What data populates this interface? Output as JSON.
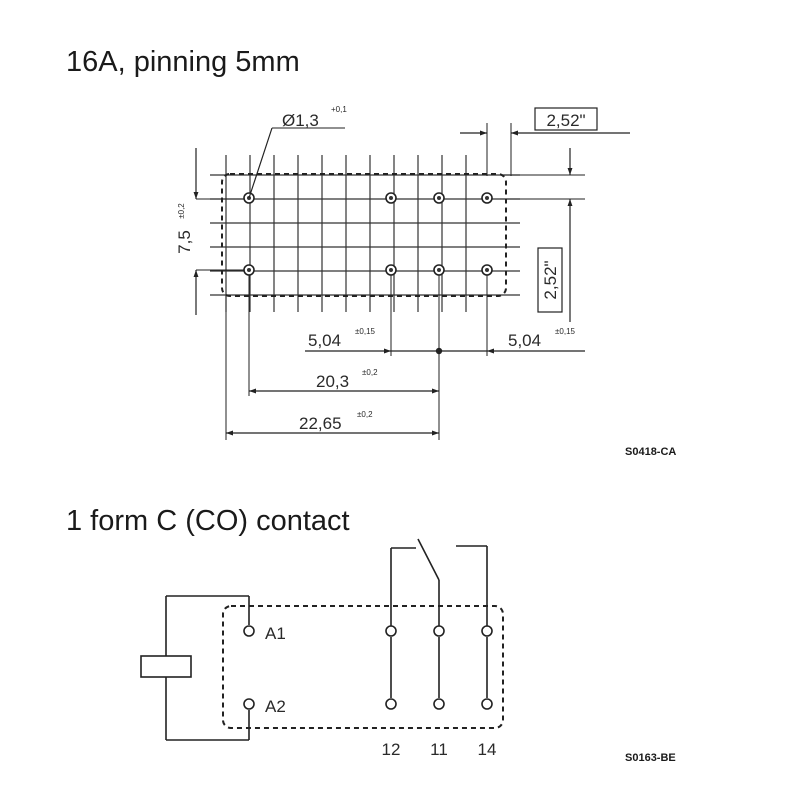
{
  "pinning": {
    "title": "16A, pinning 5mm",
    "hole_diameter": {
      "main": "Ø1,3",
      "sup": "+0,1"
    },
    "dim_top_right": "2,52\"",
    "dim_right": "2,52\"",
    "dim_vertical": {
      "main": "7,5",
      "sup": "±0,2"
    },
    "dim_mid_left": {
      "main": "5,04",
      "sup": "±0,15"
    },
    "dim_mid_right": {
      "main": "5,04",
      "sup": "±0,15"
    },
    "dim_20_3": {
      "main": "20,3",
      "sup": "±0,2"
    },
    "dim_22_65": {
      "main": "22,65",
      "sup": "±0,2"
    },
    "code": "S0418-CA"
  },
  "contact": {
    "title": "1 form C (CO) contact",
    "coil_label_a1": "A1",
    "coil_label_a2": "A2",
    "pin_12": "12",
    "pin_11": "11",
    "pin_14": "14",
    "code": "S0163-BE"
  }
}
